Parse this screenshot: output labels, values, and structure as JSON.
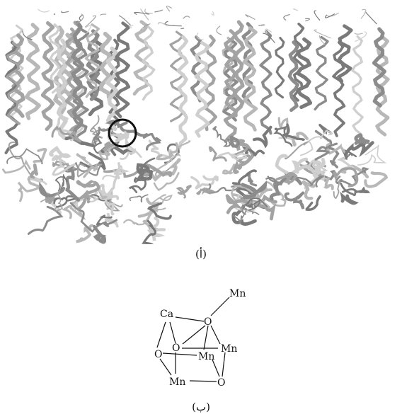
{
  "panel_a": {
    "caption": "(أ)",
    "highlight_circle": {
      "color": "#111111"
    },
    "ribbon_colors": [
      "#8c8c8c",
      "#a3a3a3",
      "#b8b8b8",
      "#7a7a7a",
      "#cfcfcf"
    ]
  },
  "panel_b": {
    "caption": "(ب)",
    "atoms": {
      "ca": "Ca",
      "o_top": "O",
      "mn_top": "Mn",
      "o_left": "O",
      "o_mid": "O",
      "mn_right": "Mn",
      "mn_center": "Mn",
      "mn_bottom": "Mn",
      "o_bottom": "O"
    }
  }
}
